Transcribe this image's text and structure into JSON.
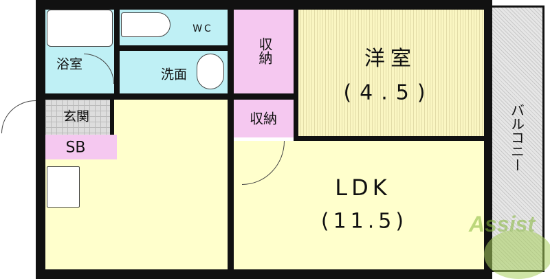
{
  "rooms": {
    "wc": "WC",
    "bath": "浴室",
    "washroom": "洗面",
    "storage1": "収納",
    "storage2": "収納",
    "western_room": "洋室",
    "western_room_size": "(4.5)",
    "entrance": "玄関",
    "shoe_box": "SB",
    "ldk": "LDK",
    "ldk_size": "(11.5)",
    "balcony": "バルコニー"
  },
  "watermark": "Assist",
  "colors": {
    "wet_area": "#bff0f5",
    "storage": "#f5c8f0",
    "living": "#ffffcc",
    "wall": "#111111"
  }
}
